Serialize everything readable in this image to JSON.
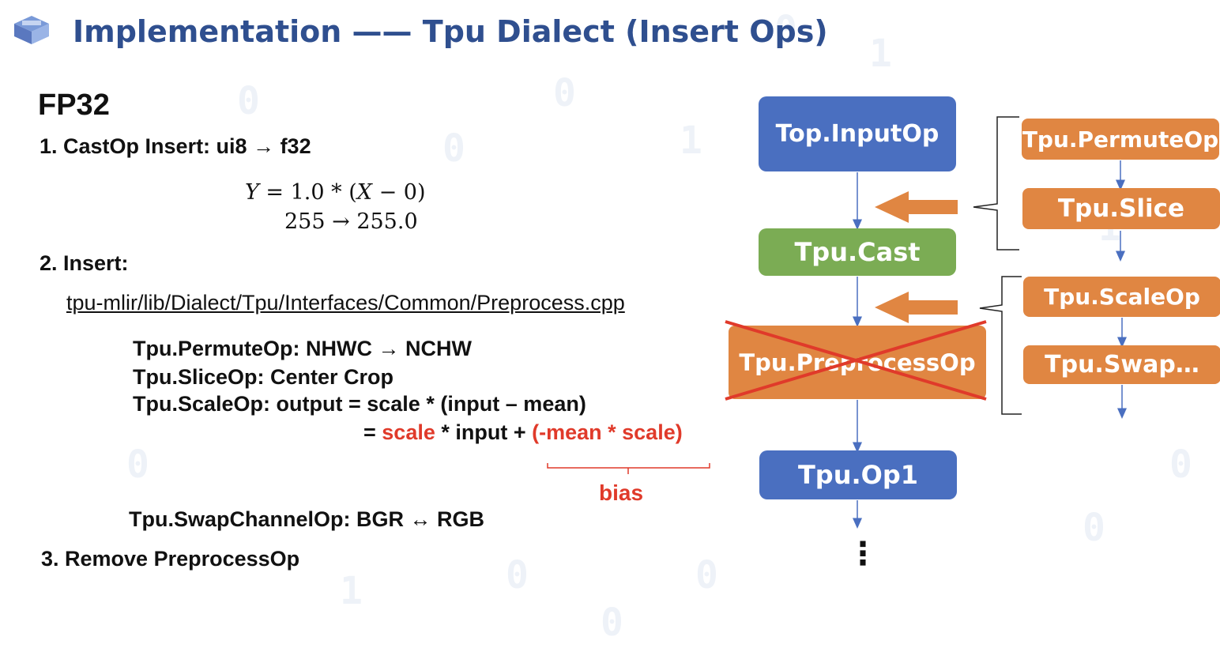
{
  "header": {
    "title": "Implementation —— Tpu Dialect (Insert Ops)"
  },
  "left": {
    "heading": "FP32",
    "step1": "1. CastOp Insert: ui8 → f32",
    "eq_y": "Y",
    "eq_mid": " = 1.0 * (",
    "eq_x": "X",
    "eq_end": " − 0)",
    "eq_line2": "255 → 255.0",
    "step2": "2. Insert:",
    "path": "tpu-mlir/lib/Dialect/Tpu/Interfaces/Common/Preprocess.cpp",
    "permute": "Tpu.PermuteOp: NHWC → NCHW",
    "slice": "Tpu.SliceOp: Center Crop",
    "scale": "Tpu.ScaleOp: output = scale * (input – mean)",
    "scale2_eq": "= ",
    "scale2_a": "scale",
    "scale2_b": " * input + ",
    "scale2_c": "(-mean * scale)",
    "bias": "bias",
    "swap": "Tpu.SwapChannelOp: BGR ↔ RGB",
    "step3": "3. Remove PreprocessOp"
  },
  "flow": {
    "input": "Top.InputOp",
    "cast": "Tpu.Cast",
    "preprocess": "Tpu.PreprocessOp",
    "op1": "Tpu.Op1",
    "ellipsis": "⋮"
  },
  "side": {
    "permute": "Tpu.PermuteOp",
    "slice": "Tpu.Slice",
    "scale": "Tpu.ScaleOp",
    "swap": "Tpu.Swap…"
  },
  "colors": {
    "title": "#2f4f8f",
    "blue": "#4a6fc0",
    "green": "#7bac54",
    "orange": "#e08642",
    "red": "#e03a2a",
    "connector": "#4a6fc0"
  }
}
